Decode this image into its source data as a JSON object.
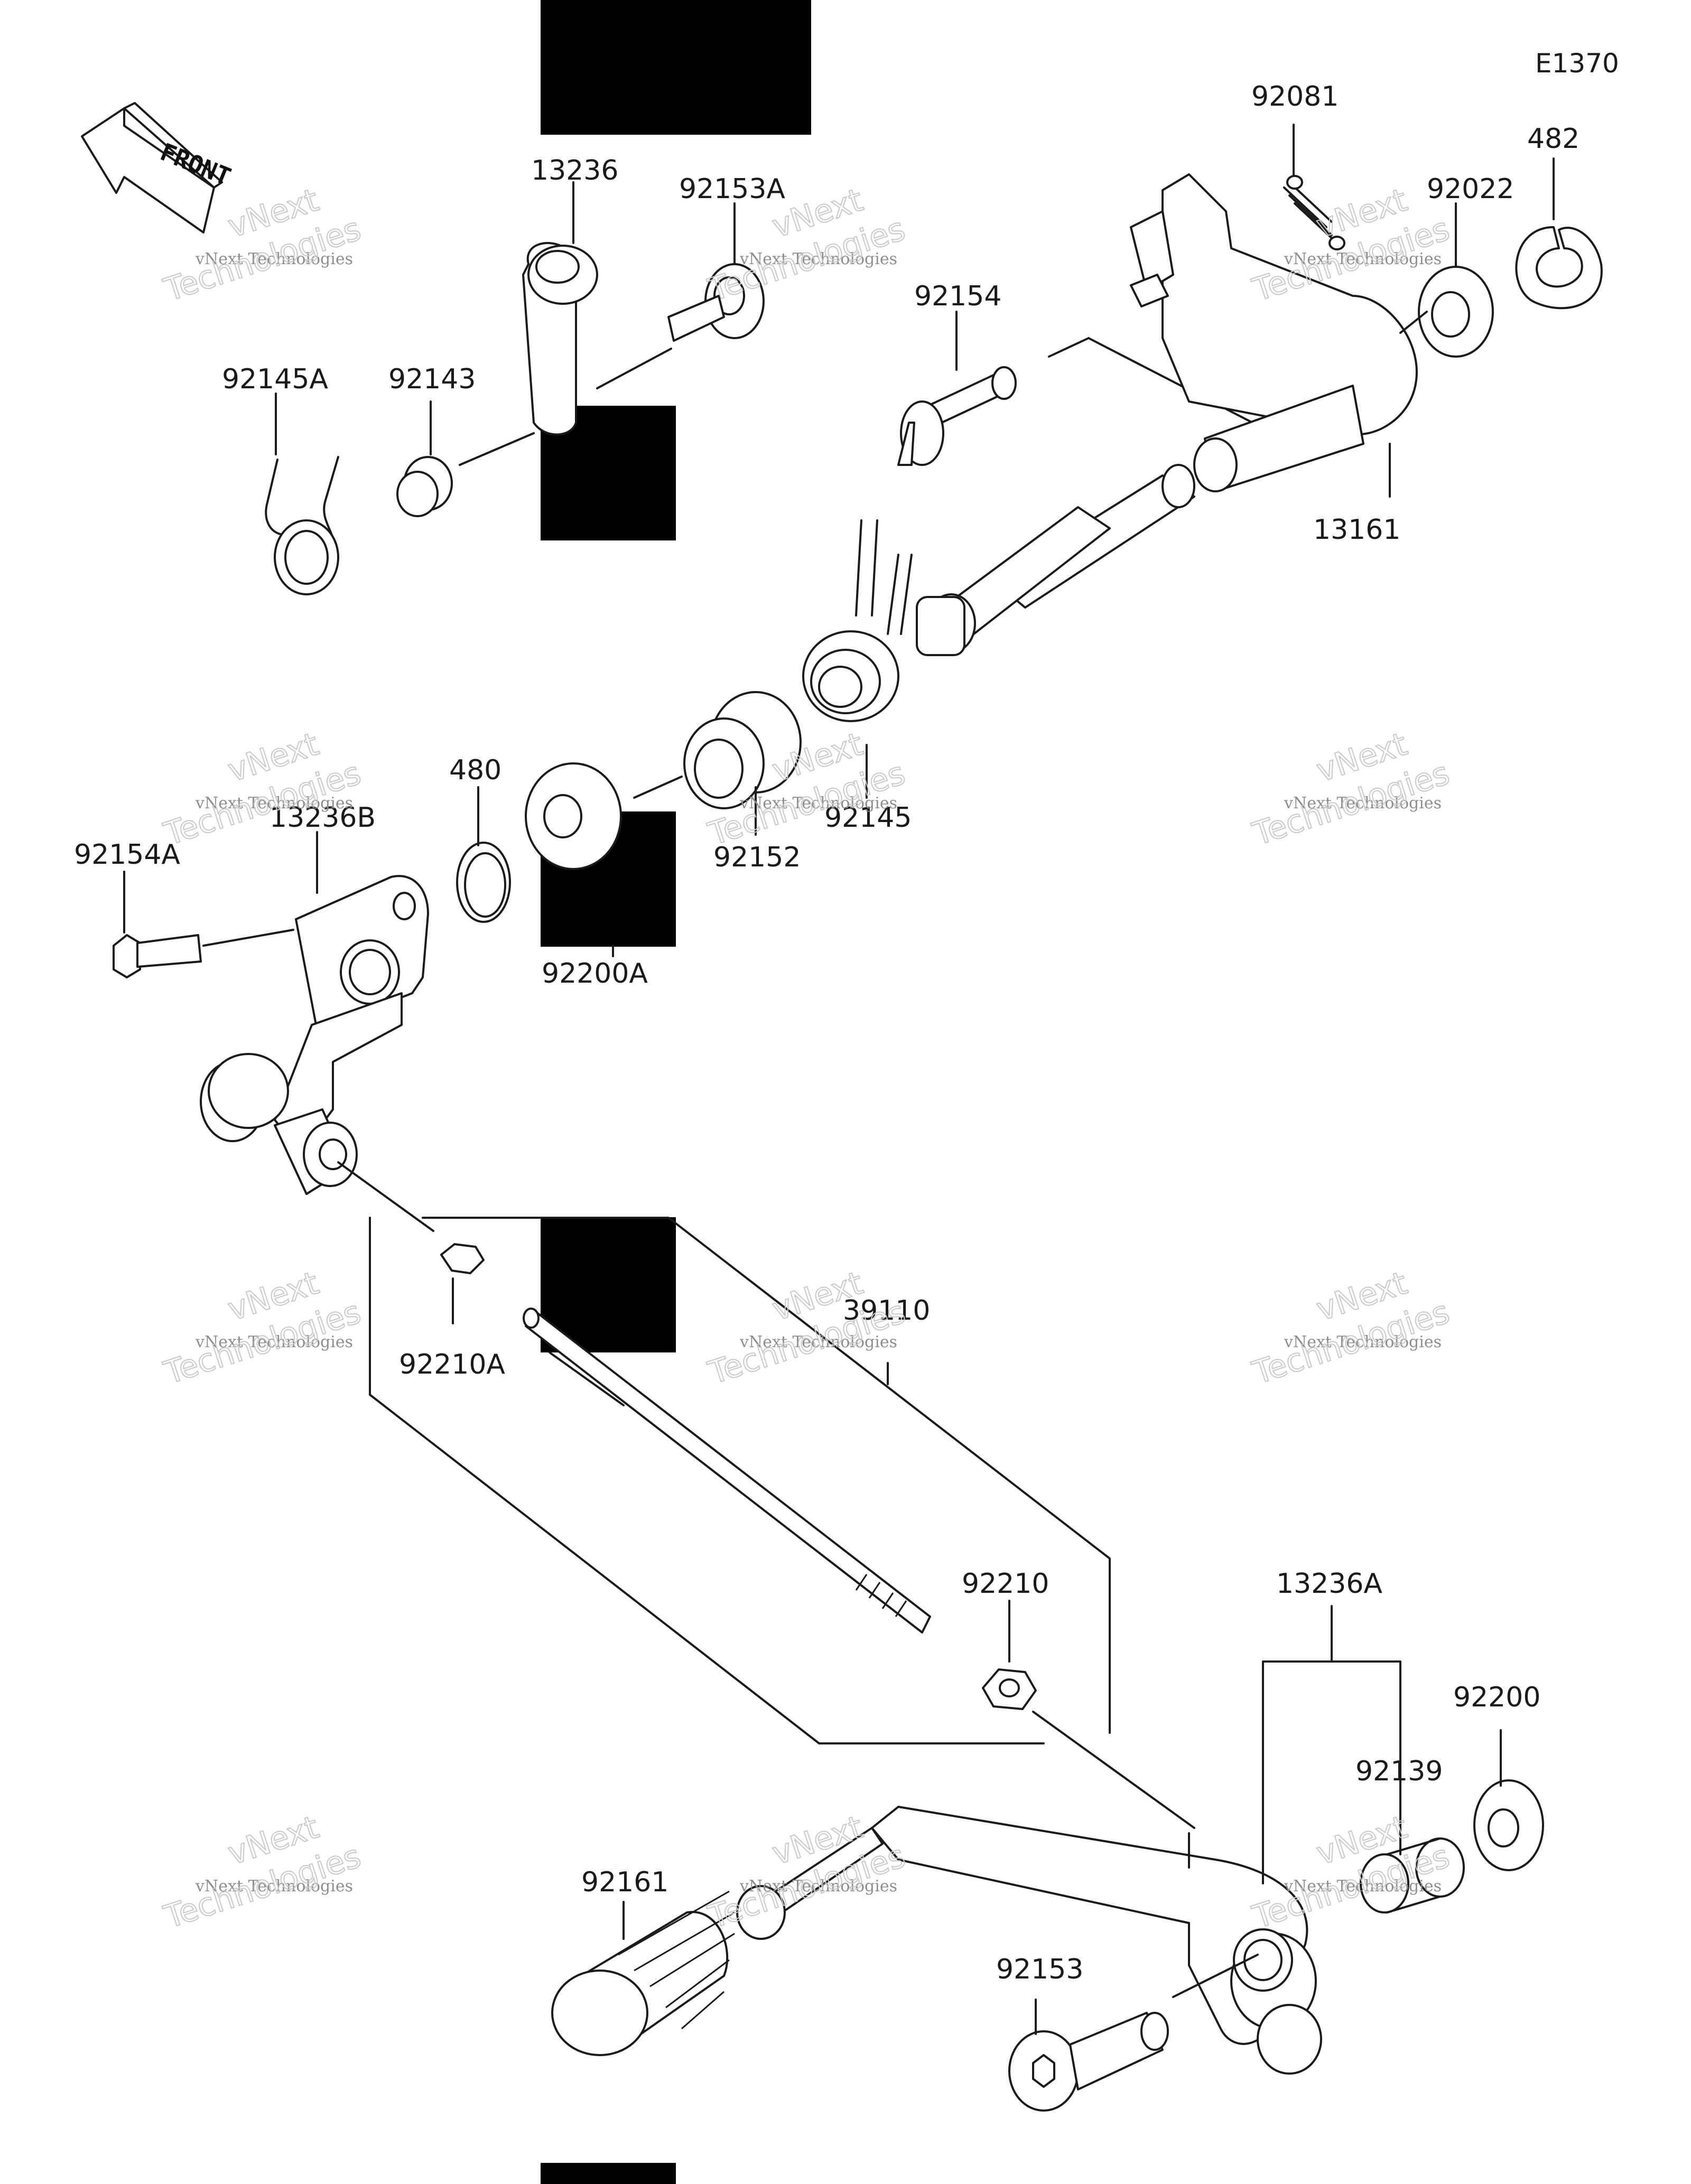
{
  "diagram_code": "E1370",
  "front_label": "FRONT",
  "watermark": {
    "line1": "vNext",
    "line2": "vNext Technologies",
    "line3": "Technologies"
  },
  "parts": [
    {
      "id": "p13236",
      "label": "13236"
    },
    {
      "id": "p92153A",
      "label": "92153A"
    },
    {
      "id": "p92081",
      "label": "92081"
    },
    {
      "id": "p482",
      "label": "482"
    },
    {
      "id": "p92022",
      "label": "92022"
    },
    {
      "id": "p92154",
      "label": "92154"
    },
    {
      "id": "p92145A",
      "label": "92145A"
    },
    {
      "id": "p92143",
      "label": "92143"
    },
    {
      "id": "p13161",
      "label": "13161"
    },
    {
      "id": "p480",
      "label": "480"
    },
    {
      "id": "p92154A",
      "label": "92154A"
    },
    {
      "id": "p13236B",
      "label": "13236B"
    },
    {
      "id": "p92152",
      "label": "92152"
    },
    {
      "id": "p92145",
      "label": "92145"
    },
    {
      "id": "p92200A",
      "label": "92200A"
    },
    {
      "id": "p39110",
      "label": "39110"
    },
    {
      "id": "p92210A",
      "label": "92210A"
    },
    {
      "id": "p92210",
      "label": "92210"
    },
    {
      "id": "p13236A",
      "label": "13236A"
    },
    {
      "id": "p92200",
      "label": "92200"
    },
    {
      "id": "p92139",
      "label": "92139"
    },
    {
      "id": "p92161",
      "label": "92161"
    },
    {
      "id": "p92153",
      "label": "92153"
    }
  ]
}
